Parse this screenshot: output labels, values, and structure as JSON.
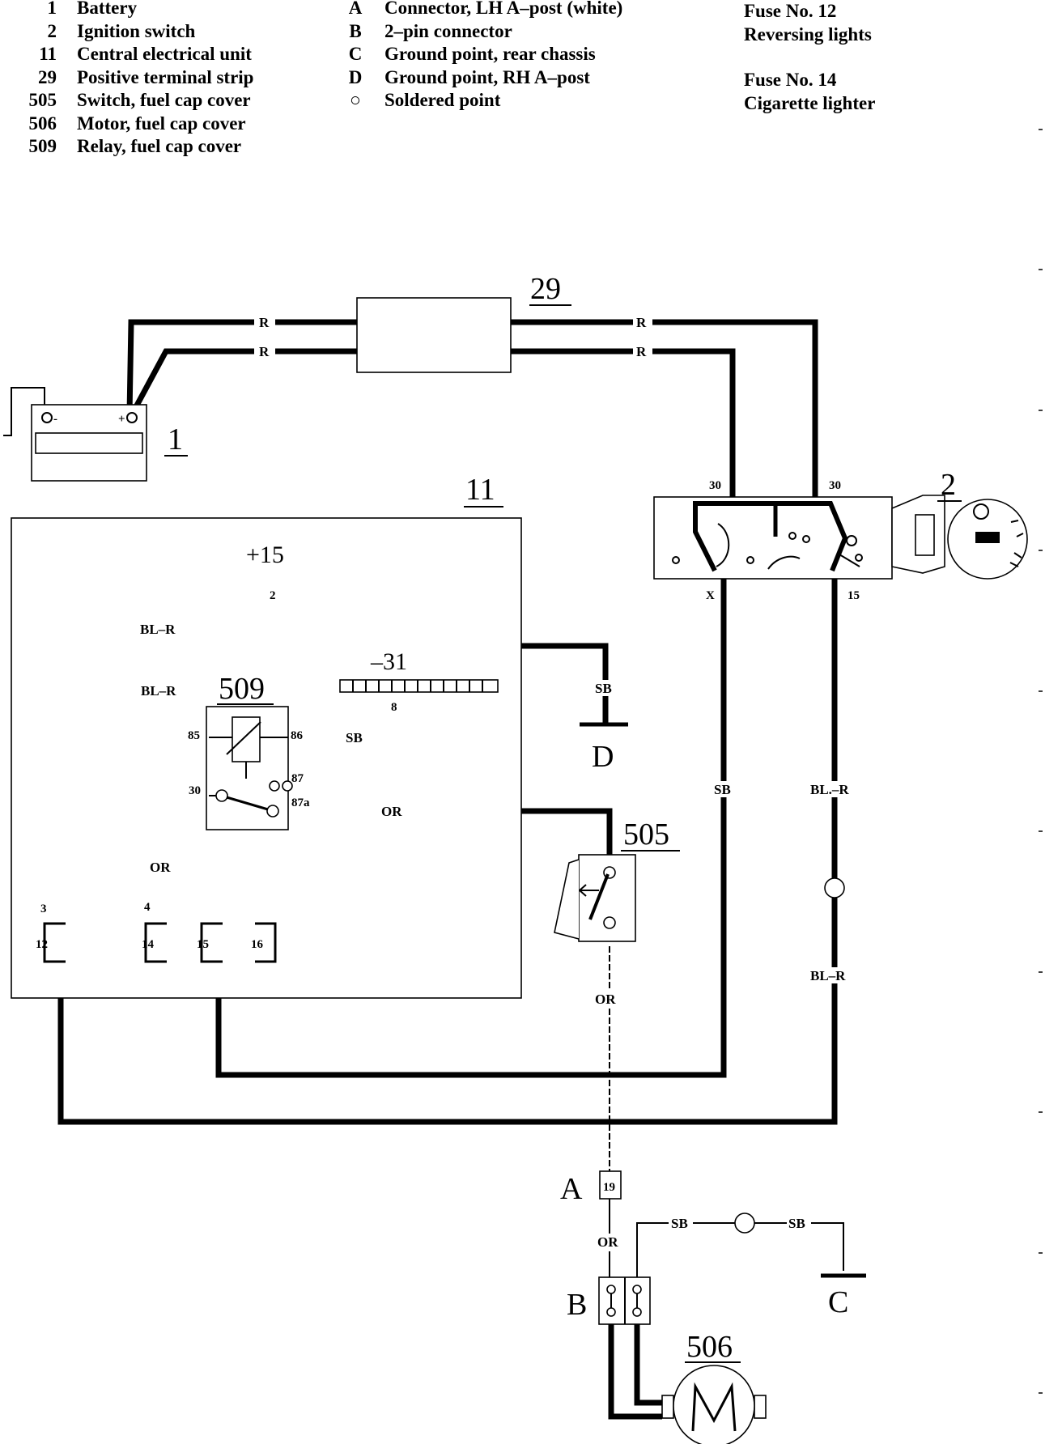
{
  "legend_components": [
    {
      "num": "1",
      "label": "Battery"
    },
    {
      "num": "2",
      "label": "Ignition switch"
    },
    {
      "num": "11",
      "label": "Central electrical unit"
    },
    {
      "num": "29",
      "label": "Positive terminal strip"
    },
    {
      "num": "505",
      "label": "Switch, fuel cap cover"
    },
    {
      "num": "506",
      "label": "Motor, fuel cap cover"
    },
    {
      "num": "509",
      "label": "Relay, fuel cap cover"
    }
  ],
  "legend_connectors": [
    {
      "key": "A",
      "label": "Connector, LH A–post (white)"
    },
    {
      "key": "B",
      "label": "2–pin connector"
    },
    {
      "key": "C",
      "label": "Ground point, rear chassis"
    },
    {
      "key": "D",
      "label": "Ground point, RH A–post"
    },
    {
      "key": "○",
      "label": "Soldered point"
    }
  ],
  "fuses": [
    {
      "title": "Fuse No. 12",
      "desc": "Reversing lights"
    },
    {
      "title": "Fuse No. 14",
      "desc": "Cigarette lighter"
    }
  ],
  "component_labels": {
    "battery": "1",
    "ignition_switch": "2",
    "central_unit": "11",
    "terminal_strip": "29",
    "switch": "505",
    "motor": "506",
    "relay": "509",
    "plus15": "+15",
    "minus31": "–31"
  },
  "connector_labels": {
    "a": "A",
    "b": "B",
    "c": "C",
    "d": "D",
    "a_pin": "19"
  },
  "wire_labels": {
    "r": "R",
    "bl_r": "BL–R",
    "sb": "SB",
    "or": "OR",
    "bl_r_alt": "BL.–R"
  },
  "pin_labels": {
    "p30": "30",
    "p15": "15",
    "px": "X",
    "p2": "2",
    "p8": "8",
    "p85": "85",
    "p86": "86",
    "p87": "87",
    "p87a": "87a",
    "p3": "3",
    "p4": "4",
    "p12": "12",
    "p14": "14",
    "p15f": "15",
    "p16": "16",
    "bat_minus": "-",
    "bat_plus": "+"
  }
}
